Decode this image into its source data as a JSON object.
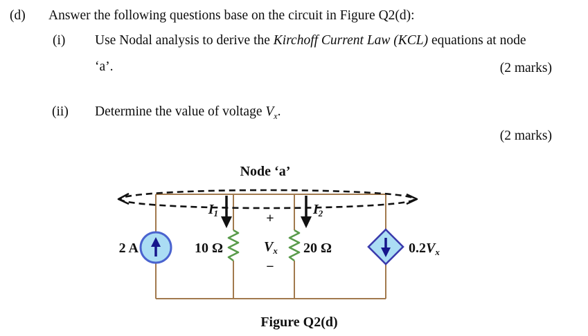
{
  "question": {
    "part_label": "(d)",
    "part_text": "Answer the following questions base on the circuit in Figure Q2(d):",
    "sub_i": {
      "label": "(i)",
      "text_before_italic": "Use Nodal analysis to derive the ",
      "italic_text": "Kirchoff Current Law (KCL)",
      "text_after_italic": " equations at node",
      "line2": "‘a’.",
      "marks": "(2 marks)"
    },
    "sub_ii": {
      "label": "(ii)",
      "text_before_symbol": "Determine the value of voltage ",
      "symbol": "V",
      "symbol_sub": "x",
      "text_after_symbol": ".",
      "marks": "(2 marks)"
    }
  },
  "circuit": {
    "node_label": "Node ‘a’",
    "caption": "Figure Q2(d)",
    "source_left": {
      "label": "2 A"
    },
    "resistor_left": {
      "label": "10 Ω"
    },
    "resistor_right": {
      "label": "20 Ω"
    },
    "voltage_across": {
      "plus": "+",
      "symbol": "V",
      "sub": "x",
      "minus": "−"
    },
    "dependent_source": {
      "coeff": "0.2",
      "symbol": "V",
      "sub": "x"
    },
    "branch_current_1": {
      "symbol": "I",
      "sub": "1"
    },
    "branch_current_2": {
      "symbol": "I",
      "sub": "2"
    },
    "colors": {
      "wire": "#a1794d",
      "resistor": "#599b4b",
      "source_fill": "#abddf4",
      "circle_border": "#4a63cf",
      "diamond_border": "#3b3bad",
      "source_arrow": "#16168c",
      "annotation": "#111111"
    }
  }
}
